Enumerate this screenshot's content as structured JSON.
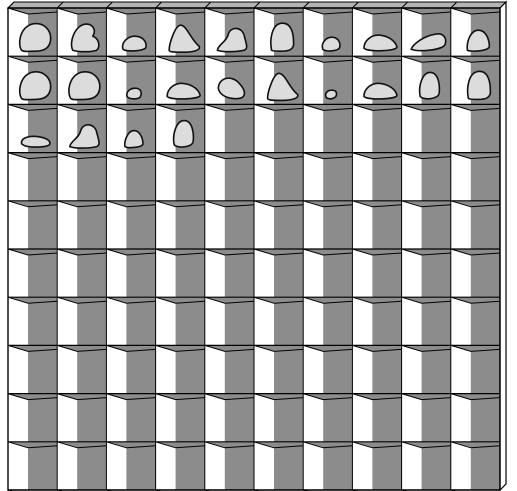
{
  "grid": {
    "rows": 10,
    "columns": 10,
    "cells_filled": 24,
    "colors": {
      "back_wall": "#8c8c8c",
      "side_wall": "#ffffff",
      "top_face": "#b4b4b4",
      "line": "#000000",
      "blob_fill": "#dcdcdc",
      "blob_stroke": "#111111"
    }
  },
  "particles": [
    {
      "row": 0,
      "col": 0,
      "shape": "round-lump"
    },
    {
      "row": 0,
      "col": 1,
      "shape": "notched-lump"
    },
    {
      "row": 0,
      "col": 2,
      "shape": "small-oval"
    },
    {
      "row": 0,
      "col": 3,
      "shape": "triangular-lump"
    },
    {
      "row": 0,
      "col": 4,
      "shape": "angular-lump"
    },
    {
      "row": 0,
      "col": 5,
      "shape": "tall-lump"
    },
    {
      "row": 0,
      "col": 6,
      "shape": "small-round"
    },
    {
      "row": 0,
      "col": 7,
      "shape": "flat-lump"
    },
    {
      "row": 0,
      "col": 8,
      "shape": "elongated-lump"
    },
    {
      "row": 0,
      "col": 9,
      "shape": "domed-lump"
    },
    {
      "row": 1,
      "col": 0,
      "shape": "round-lump"
    },
    {
      "row": 1,
      "col": 1,
      "shape": "round-lump"
    },
    {
      "row": 1,
      "col": 2,
      "shape": "tiny-oval"
    },
    {
      "row": 1,
      "col": 3,
      "shape": "flat-lump"
    },
    {
      "row": 1,
      "col": 4,
      "shape": "tilted-oval"
    },
    {
      "row": 1,
      "col": 5,
      "shape": "triangular-lump"
    },
    {
      "row": 1,
      "col": 6,
      "shape": "tiny-round"
    },
    {
      "row": 1,
      "col": 7,
      "shape": "flat-lump"
    },
    {
      "row": 1,
      "col": 8,
      "shape": "tall-oval"
    },
    {
      "row": 1,
      "col": 9,
      "shape": "tall-lump"
    },
    {
      "row": 2,
      "col": 0,
      "shape": "flat-oval"
    },
    {
      "row": 2,
      "col": 1,
      "shape": "angular-lump"
    },
    {
      "row": 2,
      "col": 2,
      "shape": "small-domed"
    },
    {
      "row": 2,
      "col": 3,
      "shape": "tall-oval"
    }
  ]
}
